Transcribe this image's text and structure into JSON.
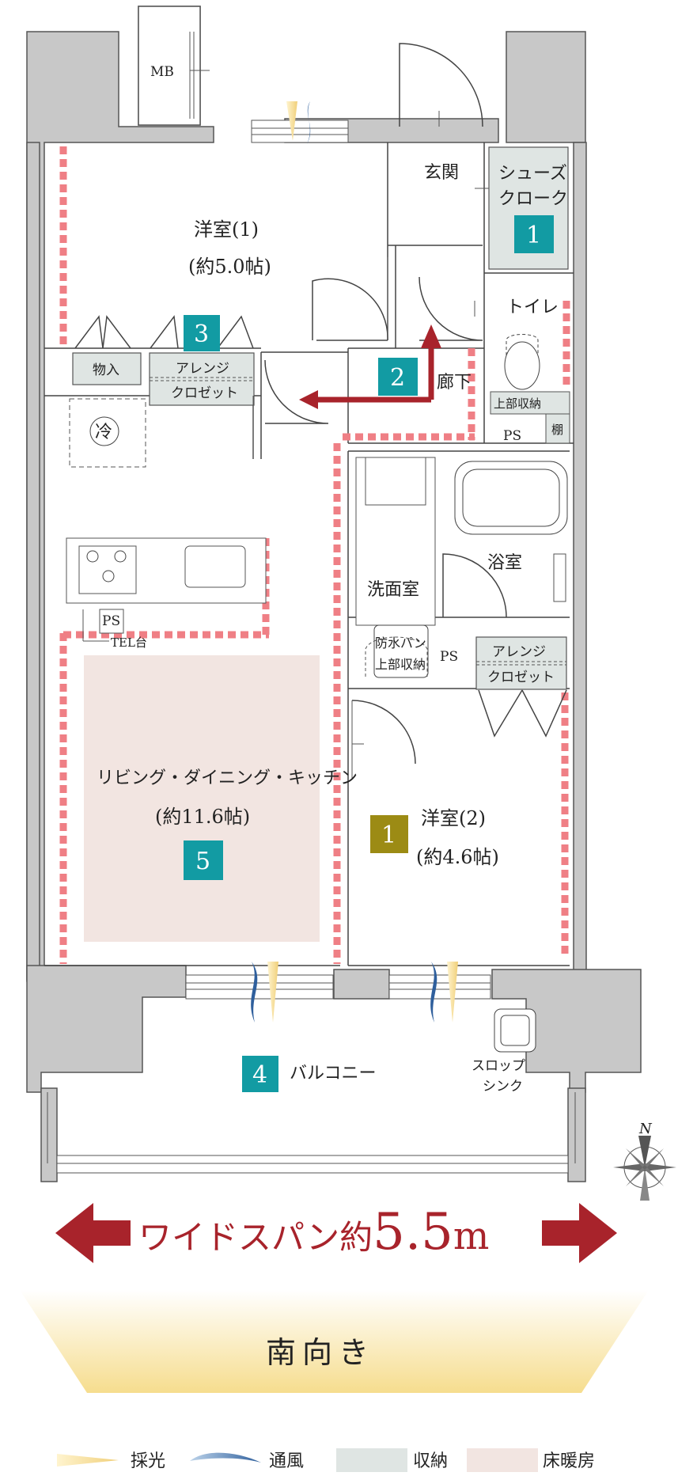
{
  "rooms": {
    "mb": "MB",
    "genkan": "玄関",
    "shoes_1": "シューズ",
    "shoes_2": "クローク",
    "room1_name": "洋室(1)",
    "room1_size": "(約5.0帖)",
    "toilet": "トイレ",
    "upper_storage": "上部収納",
    "shelf": "棚",
    "ps_top": "PS",
    "corridor": "廊下",
    "monoire": "物入",
    "arrange_1a": "アレンジ",
    "arrange_1b": "クロゼット",
    "fridge": "冷",
    "ps_kitchen": "PS",
    "tel": "TEL台",
    "bath": "浴室",
    "wash": "洗面室",
    "waterproof": "防水パン",
    "waterproof_upper": "上部収納",
    "ps_wash": "PS",
    "arrange_2a": "アレンジ",
    "arrange_2b": "クロゼット",
    "ldk_name": "リビング・ダイニング・キッチン",
    "ldk_size": "(約11.6帖)",
    "room2_name": "洋室(2)",
    "room2_size": "(約4.6帖)",
    "balcony": "バルコニー",
    "slop_1": "スロップ",
    "slop_2": "シンク",
    "compass": "N"
  },
  "badges": {
    "b_shoes": "1",
    "b_corridor": "2",
    "b_closet": "3",
    "b_balcony": "4",
    "b_ldk": "5",
    "b_room2": "1"
  },
  "banner": {
    "prefix": "ワイドスパン約",
    "number": "5.5",
    "unit": "m"
  },
  "south": "南向き",
  "legend": {
    "light": "採光",
    "wind": "通風",
    "storage": "収納",
    "floor_heat": "床暖房"
  },
  "colors": {
    "teal": "#129ba3",
    "olive": "#9c8b14",
    "arrow_red": "#a8232b",
    "heat": "#ef7f85",
    "storage": "#dfe5e3",
    "floor_heat": "#f2e5e1",
    "light": "#f2d58a",
    "wind": "#3a6ca8"
  }
}
